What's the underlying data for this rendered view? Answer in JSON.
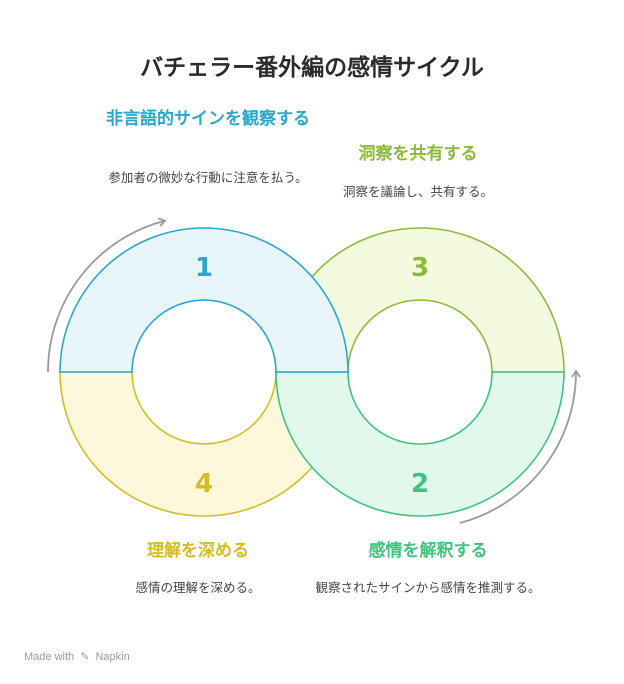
{
  "title": "バチェラー番外編の感情サイクル",
  "steps": [
    {
      "number": "1",
      "title": "非言語的サインを観察する",
      "desc": "参加者の微妙な行動に注意を払う。",
      "color": "#2aa6d0",
      "fill": "#e8f6fb"
    },
    {
      "number": "2",
      "title": "感情を解釈する",
      "desc": "観察されたサインから感情を推測する。",
      "color": "#3fc47f",
      "fill": "#e3f8ec"
    },
    {
      "number": "3",
      "title": "洞察を共有する",
      "desc": "洞察を議論し、共有する。",
      "color": "#8cbb3a",
      "fill": "#f3fadf"
    },
    {
      "number": "4",
      "title": "理解を深める",
      "desc": "感情の理解を深める。",
      "color": "#d6bc1e",
      "fill": "#fdf8dc"
    }
  ],
  "footer": {
    "made_with": "Made with",
    "brand": "Napkin"
  }
}
